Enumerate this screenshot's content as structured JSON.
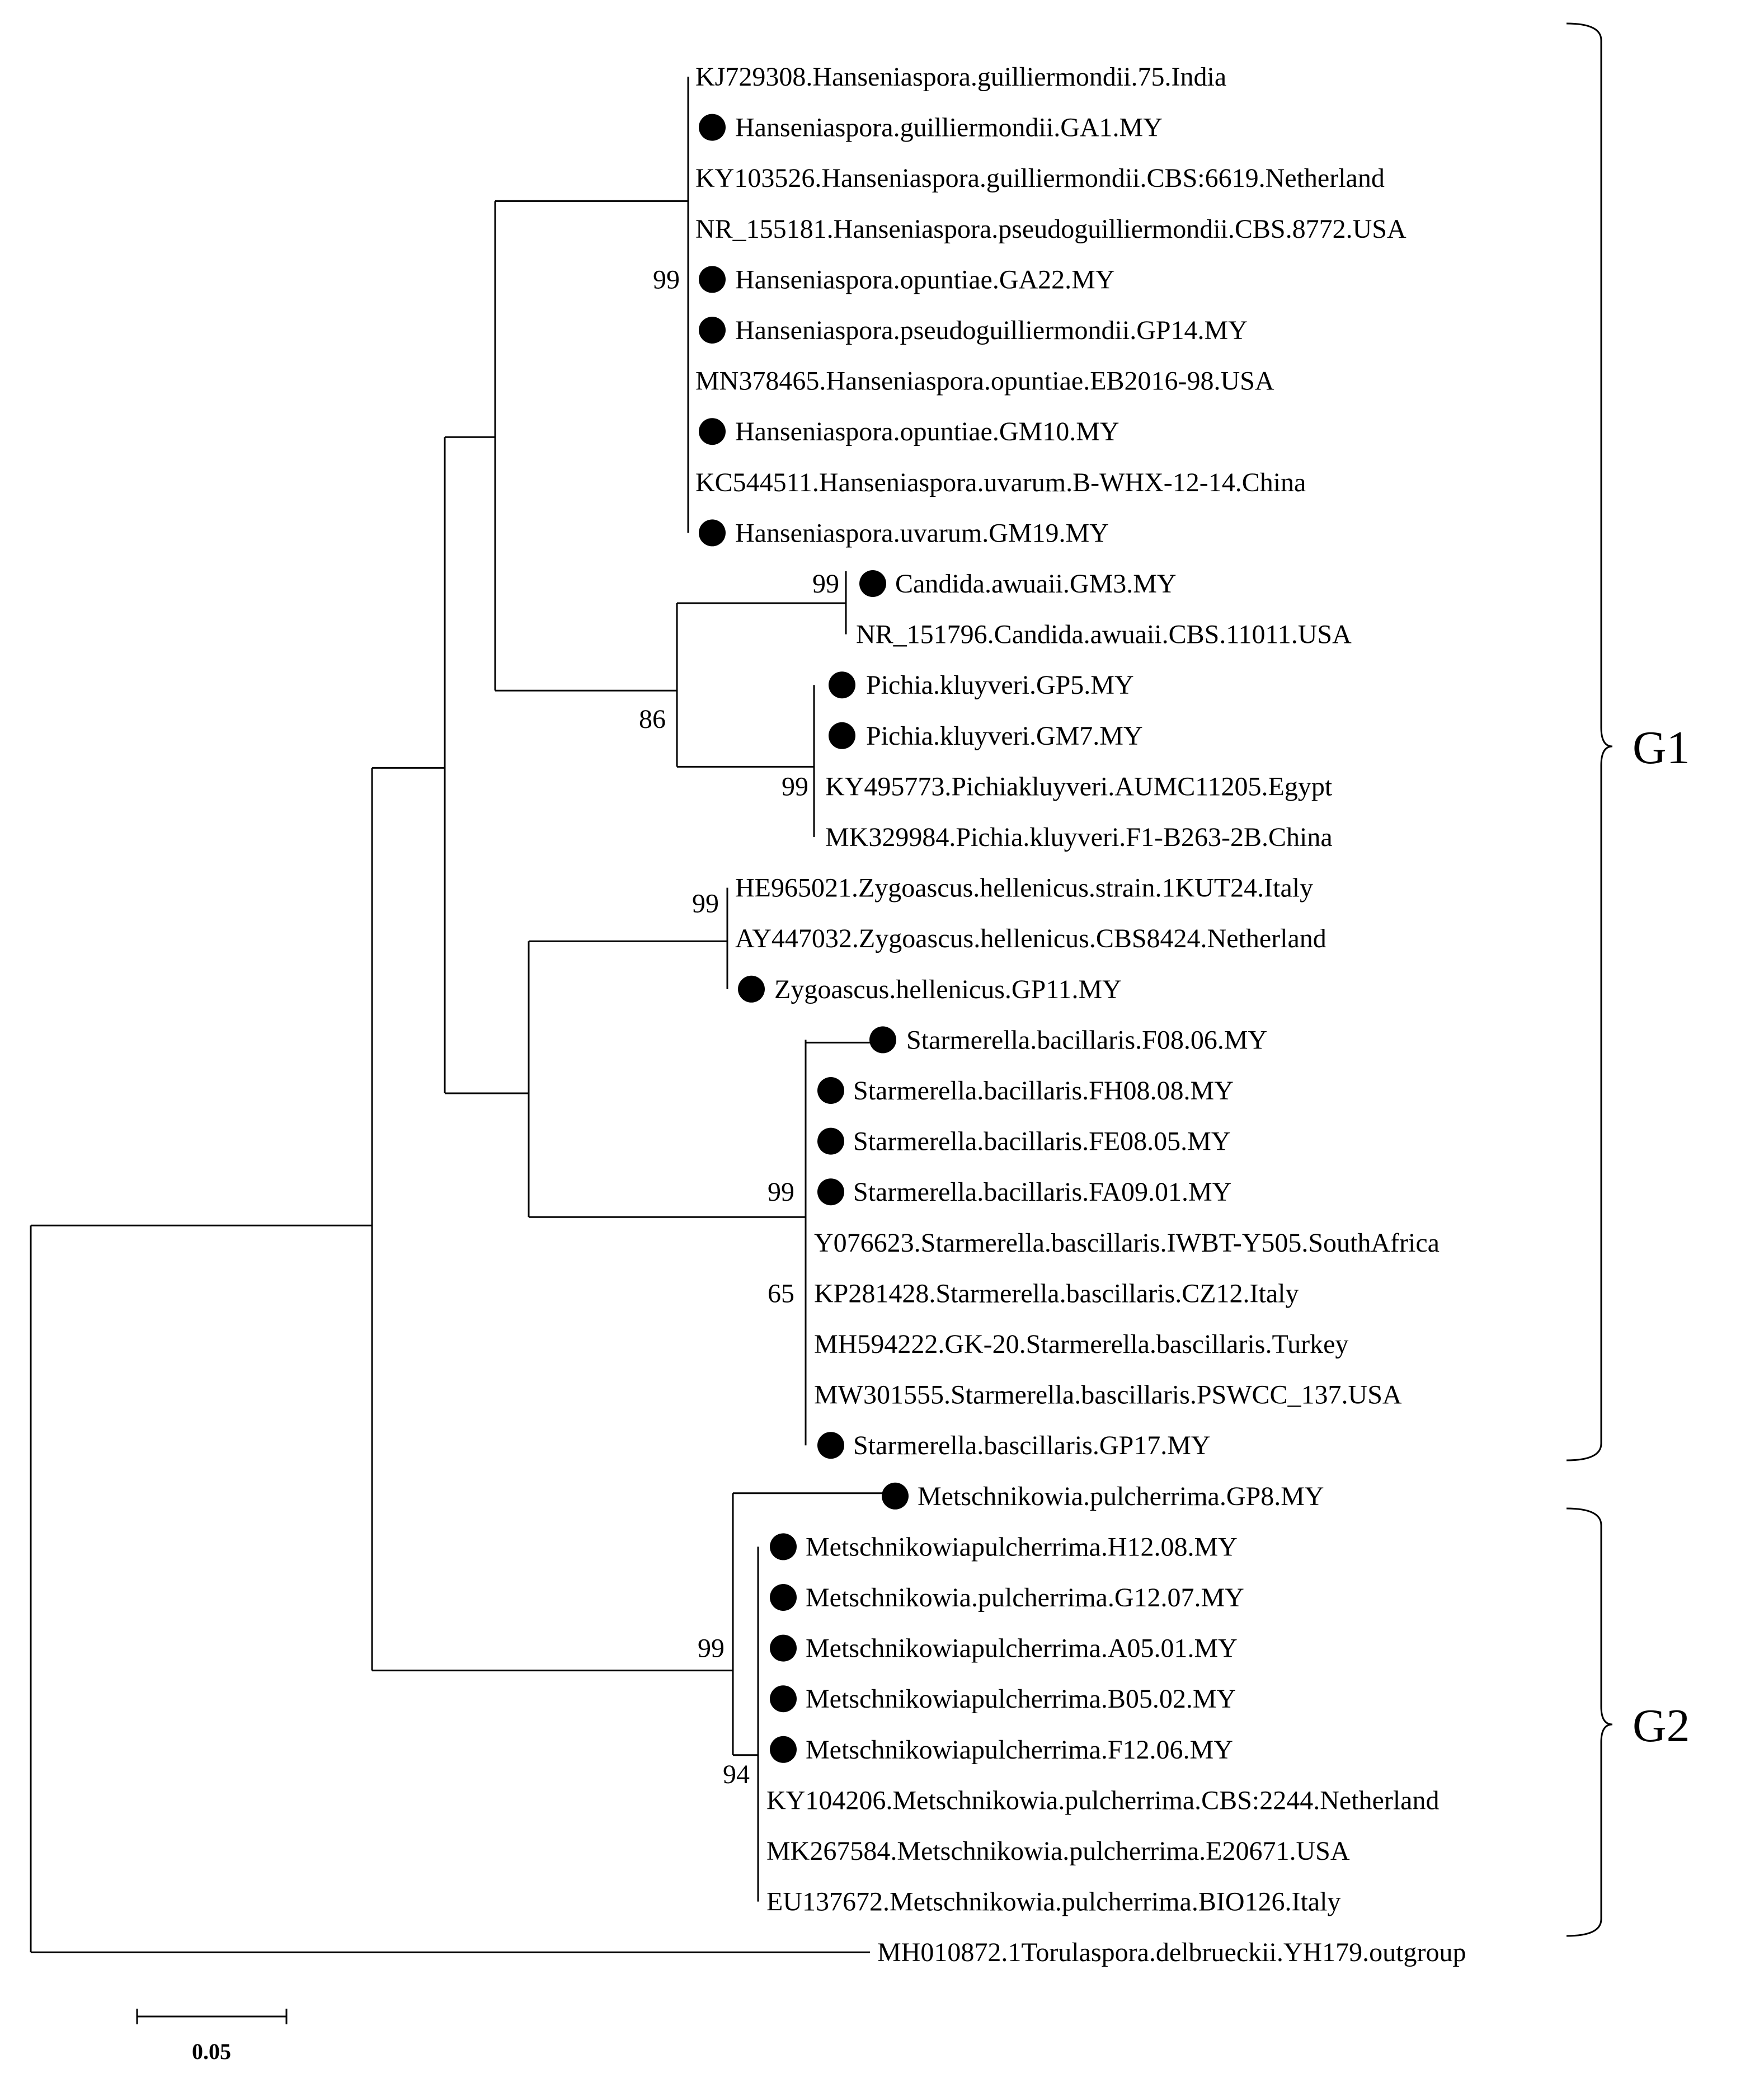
{
  "leaves": [
    {
      "label": "KJ729308.Hanseniaspora.guilliermondii.75.India",
      "marked": false
    },
    {
      "label": "Hanseniaspora.guilliermondii.GA1.MY",
      "marked": true
    },
    {
      "label": "KY103526.Hanseniaspora.guilliermondii.CBS:6619.Netherland",
      "marked": false
    },
    {
      "label": "NR_155181.Hanseniaspora.pseudoguilliermondii.CBS.8772.USA",
      "marked": false
    },
    {
      "label": "Hanseniaspora.opuntiae.GA22.MY",
      "marked": true
    },
    {
      "label": "Hanseniaspora.pseudoguilliermondii.GP14.MY",
      "marked": true
    },
    {
      "label": "MN378465.Hanseniaspora.opuntiae.EB2016-98.USA",
      "marked": false
    },
    {
      "label": "Hanseniaspora.opuntiae.GM10.MY",
      "marked": true
    },
    {
      "label": "KC544511.Hanseniaspora.uvarum.B-WHX-12-14.China",
      "marked": false
    },
    {
      "label": "Hanseniaspora.uvarum.GM19.MY",
      "marked": true
    },
    {
      "label": "Candida.awuaii.GM3.MY",
      "marked": true
    },
    {
      "label": "NR_151796.Candida.awuaii.CBS.11011.USA",
      "marked": false
    },
    {
      "label": "Pichia.kluyveri.GP5.MY",
      "marked": true
    },
    {
      "label": "Pichia.kluyveri.GM7.MY",
      "marked": true
    },
    {
      "label": "KY495773.Pichiakluyveri.AUMC11205.Egypt",
      "marked": false
    },
    {
      "label": "MK329984.Pichia.kluyveri.F1-B263-2B.China",
      "marked": false
    },
    {
      "label": "HE965021.Zygoascus.hellenicus.strain.1KUT24.Italy",
      "marked": false
    },
    {
      "label": "AY447032.Zygoascus.hellenicus.CBS8424.Netherland",
      "marked": false
    },
    {
      "label": "Zygoascus.hellenicus.GP11.MY",
      "marked": true
    },
    {
      "label": "Starmerella.bacillaris.F08.06.MY",
      "marked": true
    },
    {
      "label": "Starmerella.bacillaris.FH08.08.MY",
      "marked": true
    },
    {
      "label": "Starmerella.bacillaris.FE08.05.MY",
      "marked": true
    },
    {
      "label": "Starmerella.bacillaris.FA09.01.MY",
      "marked": true
    },
    {
      "label": "Y076623.Starmerella.bascillaris.IWBT-Y505.SouthAfrica",
      "marked": false
    },
    {
      "label": "KP281428.Starmerella.bascillaris.CZ12.Italy",
      "marked": false
    },
    {
      "label": "MH594222.GK-20.Starmerella.bascillaris.Turkey",
      "marked": false
    },
    {
      "label": "MW301555.Starmerella.bascillaris.PSWCC_137.USA",
      "marked": false
    },
    {
      "label": "Starmerella.bascillaris.GP17.MY",
      "marked": true
    },
    {
      "label": "Metschnikowia.pulcherrima.GP8.MY",
      "marked": true
    },
    {
      "label": "Metschnikowiapulcherrima.H12.08.MY",
      "marked": true
    },
    {
      "label": "Metschnikowia.pulcherrima.G12.07.MY",
      "marked": true
    },
    {
      "label": "Metschnikowiapulcherrima.A05.01.MY",
      "marked": true
    },
    {
      "label": "Metschnikowiapulcherrima.B05.02.MY",
      "marked": true
    },
    {
      "label": "Metschnikowiapulcherrima.F12.06.MY",
      "marked": true
    },
    {
      "label": "KY104206.Metschnikowia.pulcherrima.CBS:2244.Netherland",
      "marked": false
    },
    {
      "label": "MK267584.Metschnikowia.pulcherrima.E20671.USA",
      "marked": false
    },
    {
      "label": "EU137672.Metschnikowia.pulcherrima.BIO126.Italy",
      "marked": false
    },
    {
      "label": "MH010872.1Torulaspora.delbrueckii.YH179.outgroup",
      "marked": false
    }
  ],
  "bootstrap": [
    "99",
    "99",
    "86",
    "99",
    "99",
    "99",
    "65",
    "99",
    "94"
  ],
  "groups": [
    "G1",
    "G2"
  ],
  "scale_bar": {
    "label": "0.05"
  }
}
